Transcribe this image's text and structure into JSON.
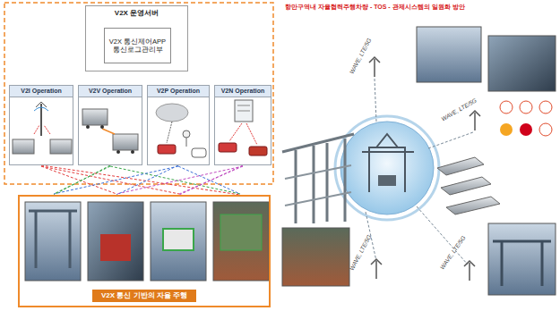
{
  "diagram": {
    "title": "항만구역내 자율협력주행차량 - TOS - 관제시스템의 일원화 방안",
    "nodes": [
      {
        "text": [
          "V2X 운영서버"
        ]
      },
      {
        "text": [
          "V2X 통신제어APP 통신로그관리부"
        ],
        "in": 0
      },
      {
        "text": [
          "V2I Operation"
        ]
      },
      {
        "text": [
          "V2V Operation"
        ]
      },
      {
        "text": [
          "V2P Operation"
        ]
      },
      {
        "text": [
          "V2N Operation"
        ]
      },
      {
        "text": [
          "V2X 통신 기반의 자율 주행"
        ]
      }
    ],
    "edges": [
      {
        "from": 2,
        "to": 6,
        "arrow": "none"
      },
      {
        "from": 3,
        "to": 6,
        "arrow": "none"
      },
      {
        "from": 4,
        "to": 6,
        "arrow": "none"
      },
      {
        "from": 5,
        "to": 6,
        "arrow": "none"
      }
    ],
    "labels": [
      "WAVE, LTE/5G",
      "WAVE, LTE/5G",
      "WAVE, LTE/5G",
      "WAVE, LTE/5G"
    ]
  }
}
